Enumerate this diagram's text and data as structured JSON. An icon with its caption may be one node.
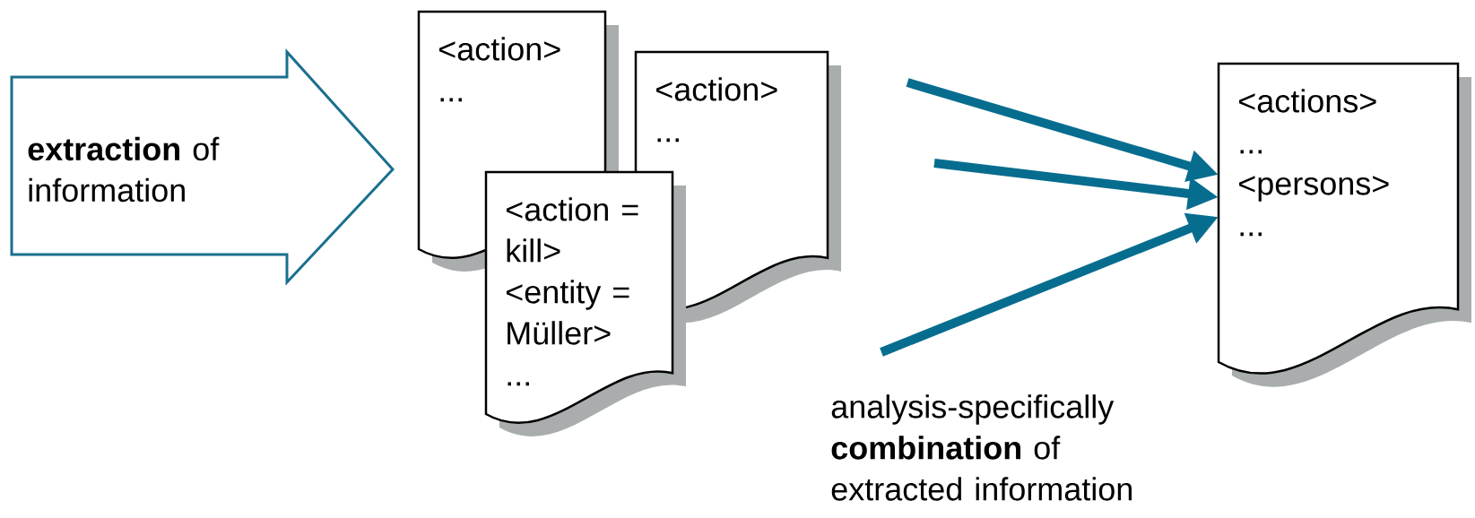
{
  "diagram": {
    "nodes": [
      {
        "text": [
          "**extraction** of information"
        ]
      },
      {
        "text": [
          "<action>",
          "..."
        ]
      },
      {
        "text": [
          "<action>",
          "..."
        ]
      },
      {
        "text": [
          "<action = kill>",
          "<entity = Müller>",
          "..."
        ]
      },
      {
        "text": [
          "<actions>",
          "...",
          "<persons>",
          "..."
        ]
      }
    ],
    "edges": [
      {
        "from": null,
        "to": 4,
        "arrow": "to"
      },
      {
        "from": null,
        "to": 4,
        "arrow": "to"
      },
      {
        "from": null,
        "to": 4,
        "arrow": "to"
      }
    ],
    "labels": [
      "analysis-specifically **combination** of extracted information"
    ]
  }
}
